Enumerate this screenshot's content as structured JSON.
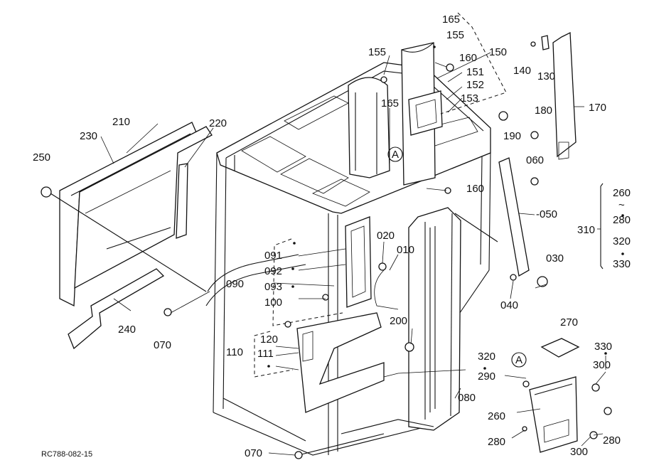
{
  "drawing_code": "RC788-082-15",
  "callouts": [
    {
      "id": "c165a",
      "text": "165"
    },
    {
      "id": "c155a",
      "text": "155"
    },
    {
      "id": "c150",
      "text": "150"
    },
    {
      "id": "c155b",
      "text": "155"
    },
    {
      "id": "c160a",
      "text": "160"
    },
    {
      "id": "c151",
      "text": "151"
    },
    {
      "id": "c152",
      "text": "152"
    },
    {
      "id": "c153",
      "text": "153"
    },
    {
      "id": "c165b",
      "text": "165"
    },
    {
      "id": "c140",
      "text": "140"
    },
    {
      "id": "c130",
      "text": "130"
    },
    {
      "id": "c170",
      "text": "170"
    },
    {
      "id": "c180",
      "text": "180"
    },
    {
      "id": "c190",
      "text": "190"
    },
    {
      "id": "c060",
      "text": "060"
    },
    {
      "id": "c160b",
      "text": "160"
    },
    {
      "id": "c050",
      "text": "-050"
    },
    {
      "id": "c260a",
      "text": "260"
    },
    {
      "id": "ctilde",
      "text": "~"
    },
    {
      "id": "c280a",
      "text": "280"
    },
    {
      "id": "c310",
      "text": "310"
    },
    {
      "id": "c320a",
      "text": "320"
    },
    {
      "id": "c330a",
      "text": "330"
    },
    {
      "id": "c210",
      "text": "210"
    },
    {
      "id": "c220",
      "text": "220"
    },
    {
      "id": "c230",
      "text": "230"
    },
    {
      "id": "c250",
      "text": "250"
    },
    {
      "id": "c091",
      "text": "091"
    },
    {
      "id": "c092",
      "text": "092"
    },
    {
      "id": "c090",
      "text": "090"
    },
    {
      "id": "c093",
      "text": "093"
    },
    {
      "id": "c100",
      "text": "100"
    },
    {
      "id": "c020",
      "text": "020"
    },
    {
      "id": "c010",
      "text": "010"
    },
    {
      "id": "c030",
      "text": "030"
    },
    {
      "id": "c040",
      "text": "040"
    },
    {
      "id": "c200",
      "text": "200"
    },
    {
      "id": "c240",
      "text": "240"
    },
    {
      "id": "c070a",
      "text": "070"
    },
    {
      "id": "c120",
      "text": "120"
    },
    {
      "id": "c110",
      "text": "110"
    },
    {
      "id": "c111",
      "text": "111"
    },
    {
      "id": "c270",
      "text": "270"
    },
    {
      "id": "c330b",
      "text": "330"
    },
    {
      "id": "c300a",
      "text": "300"
    },
    {
      "id": "c320b",
      "text": "320"
    },
    {
      "id": "c290",
      "text": "290"
    },
    {
      "id": "c080",
      "text": "080"
    },
    {
      "id": "c260b",
      "text": "260"
    },
    {
      "id": "c280b",
      "text": "280"
    },
    {
      "id": "c280c",
      "text": "280"
    },
    {
      "id": "c300b",
      "text": "300"
    },
    {
      "id": "c070b",
      "text": "070"
    }
  ],
  "reference_marks": [
    {
      "id": "refA1",
      "text": "A"
    },
    {
      "id": "refA2",
      "text": "A"
    }
  ]
}
